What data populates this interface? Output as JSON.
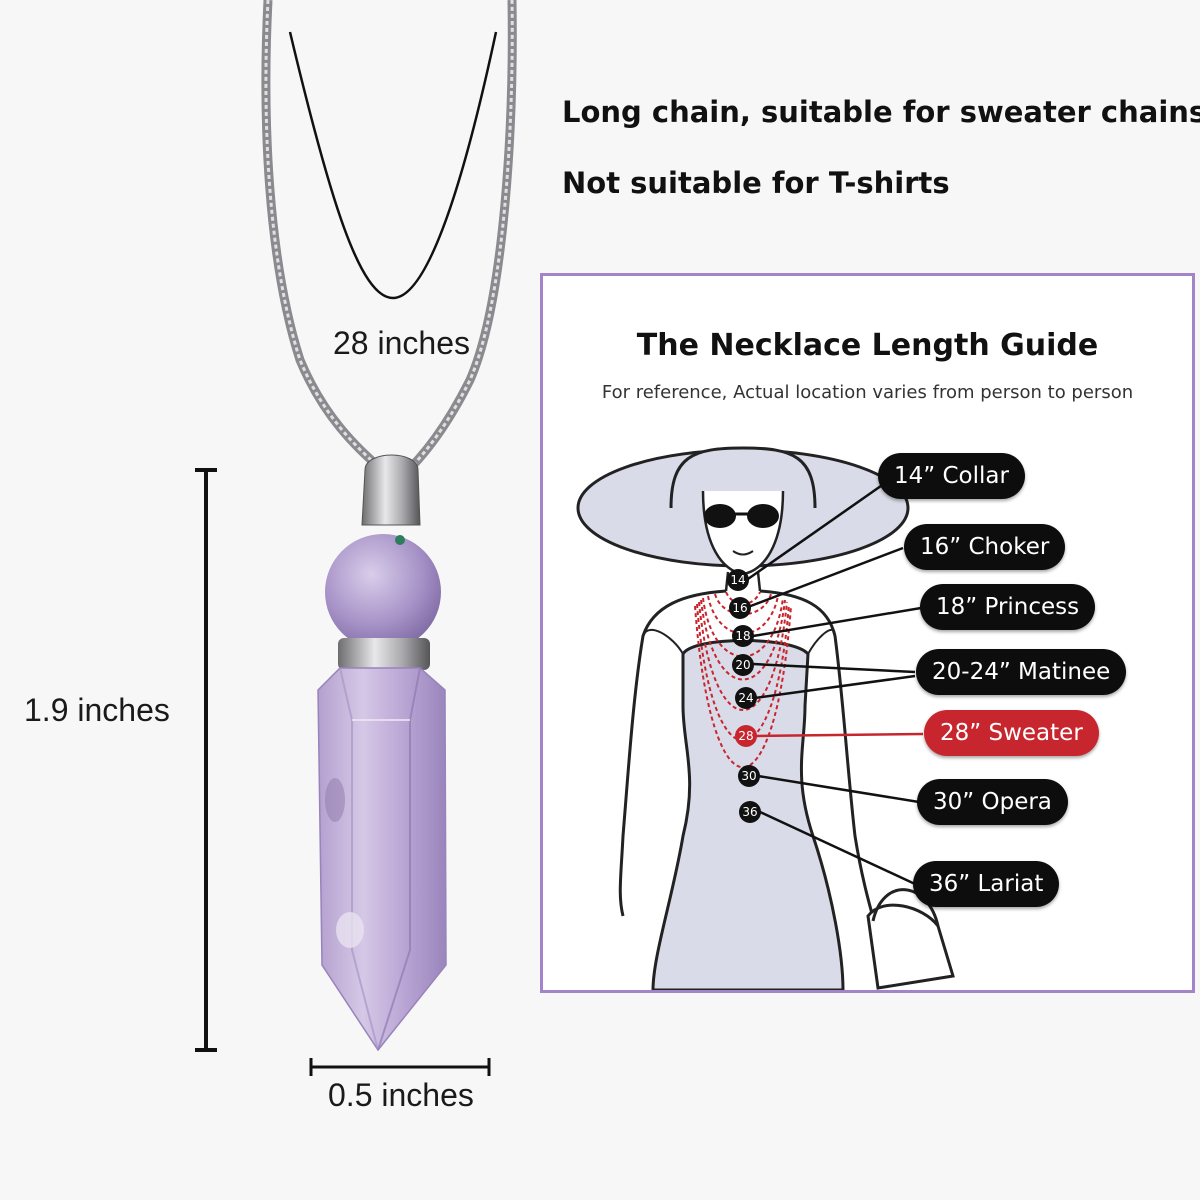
{
  "headlines": {
    "line1": "Long chain, suitable for sweater chains",
    "line2": "Not suitable for T-shirts"
  },
  "dimensions": {
    "chain_length": "28 inches",
    "pendant_height": "1.9 inches",
    "pendant_width": "0.5 inches"
  },
  "guide": {
    "title": "The Necklace Length Guide",
    "subtitle": "For reference, Actual location varies from person to person",
    "lengths": [
      {
        "label": "14” Collar",
        "marker": "14"
      },
      {
        "label": "16” Choker",
        "marker": "16"
      },
      {
        "label": "18” Princess",
        "marker": "18"
      },
      {
        "label": "20-24” Matinee",
        "marker": "20"
      },
      {
        "label": "28” Sweater",
        "marker": "28",
        "highlight": true
      },
      {
        "label": "30” Opera",
        "marker": "30"
      },
      {
        "label": "36” Lariat",
        "marker": "36"
      }
    ],
    "extra_marker": "24"
  },
  "colors": {
    "frame_border": "#a484c9",
    "highlight": "#c8262e",
    "amethyst": "#b7a2d3",
    "figure_fill": "#d9dbe8"
  }
}
